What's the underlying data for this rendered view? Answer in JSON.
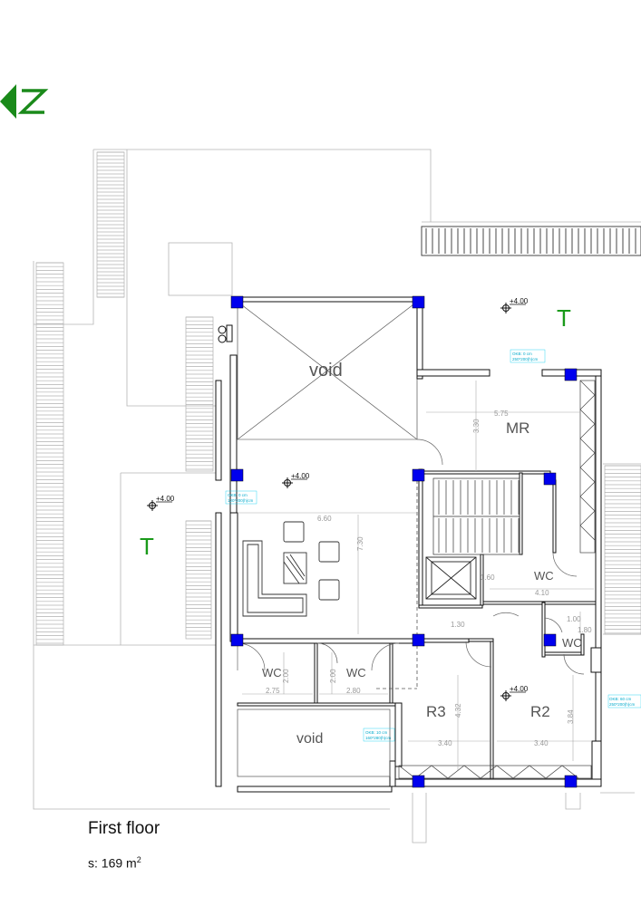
{
  "plan": {
    "floor_title": "First floor",
    "area_prefix": "s: 169 m",
    "area_exp": "2",
    "north_label": "N",
    "colors": {
      "wall": "#111111",
      "column": "#0000ee",
      "terrace_label": "#1a9a1a",
      "north": "#1a8a1a",
      "window_note": "#00aacc"
    },
    "rooms": {
      "void_top": "void",
      "void_bottom": "void",
      "mr": "MR",
      "wc_right": "WC",
      "wc_small": "WC",
      "wc_left1": "WC",
      "wc_left2": "WC",
      "r3": "R3",
      "r2": "R2",
      "terrace_top": "T",
      "terrace_left": "T"
    },
    "levels": [
      "+4.00",
      "+4.00",
      "+4.00",
      "+4.00"
    ],
    "dimensions": {
      "d_660": "6.60",
      "d_730": "7.30",
      "d_575": "5.75",
      "d_330": "3.30",
      "d_410": "4.10",
      "d_160": "1.60",
      "d_130": "1.30",
      "d_100": "1.00",
      "d_180": "1.80",
      "d_275": "2.75",
      "d_280": "2.80",
      "d_200a": "2.00",
      "d_200b": "2.00",
      "d_340a": "3.40",
      "d_340b": "3.40",
      "d_432": "4.32",
      "d_384": "3.84"
    },
    "window_notes": [
      [
        "OKB: 0 cm",
        "250*200(h)cm"
      ],
      [
        "OKB: 0 cm",
        "120*200(h)cm"
      ],
      [
        "OKB: 60 cm",
        "250*200(h)cm"
      ],
      [
        "OKB: 10 cm",
        "160*280(h)cm"
      ]
    ]
  }
}
